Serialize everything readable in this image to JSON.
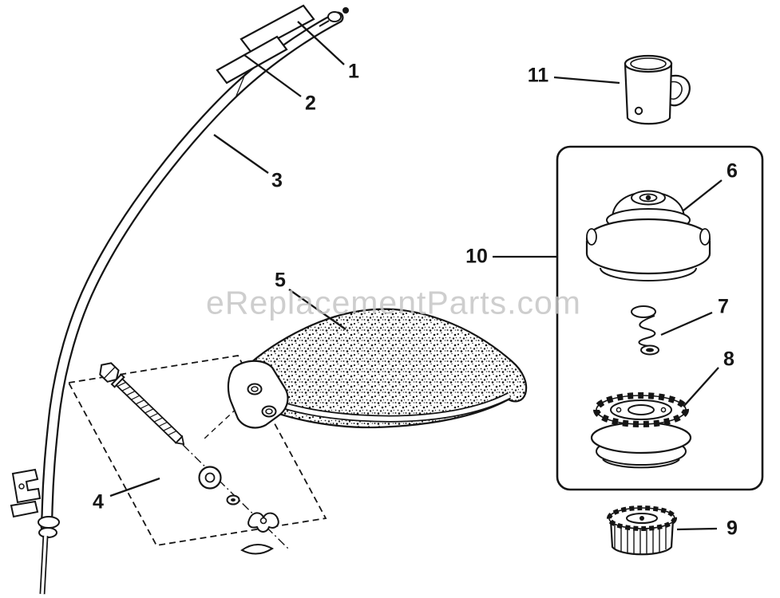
{
  "watermark": {
    "text": "eReplacementParts.com",
    "color": "#c4c4c4"
  },
  "colors": {
    "line": "#151515",
    "background": "#ffffff"
  },
  "callouts": [
    {
      "label": "1"
    },
    {
      "label": "2"
    },
    {
      "label": "3"
    },
    {
      "label": "4"
    },
    {
      "label": "5"
    },
    {
      "label": "6"
    },
    {
      "label": "7"
    },
    {
      "label": "8"
    },
    {
      "label": "9"
    },
    {
      "label": "10"
    },
    {
      "label": "11"
    }
  ]
}
